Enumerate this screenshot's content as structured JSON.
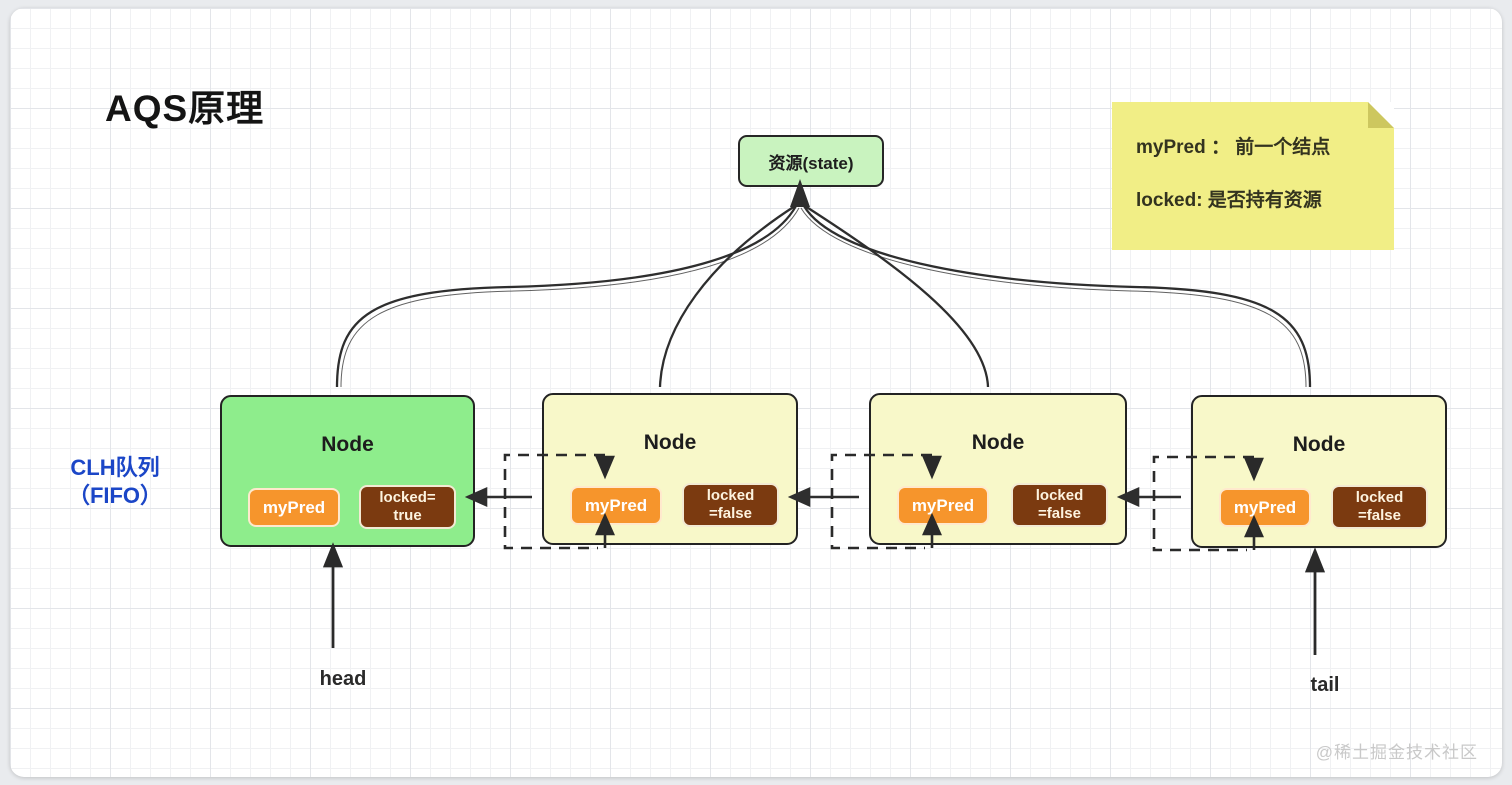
{
  "page": {
    "title": "AQS原理",
    "watermark": "@稀土掘金技术社区"
  },
  "resource": {
    "label": "资源(state)"
  },
  "note": {
    "line1": "myPred ： 前一个结点",
    "line2": "locked:  是否持有资源"
  },
  "queue_label": {
    "line1": "CLH队列",
    "line2": "（FIFO）"
  },
  "pointers": {
    "head": "head",
    "tail": "tail"
  },
  "nodes": [
    {
      "title": "Node",
      "mypred": "myPred",
      "locked_line1": "locked=",
      "locked_line2": "true",
      "variant": "green-holding-lock"
    },
    {
      "title": "Node",
      "mypred": "myPred",
      "locked_line1": "locked",
      "locked_line2": "=false",
      "variant": "yellow-waiting"
    },
    {
      "title": "Node",
      "mypred": "myPred",
      "locked_line1": "locked",
      "locked_line2": "=false",
      "variant": "yellow-waiting"
    },
    {
      "title": "Node",
      "mypred": "myPred",
      "locked_line1": "locked",
      "locked_line2": "=false",
      "variant": "yellow-waiting"
    }
  ],
  "colors": {
    "resource_fill": "#c9f3bf",
    "node_head_fill": "#8eed8c",
    "node_wait_fill": "#f8f8c9",
    "mypred_fill": "#f6952c",
    "locked_fill": "#7b3a10",
    "note_fill": "#f1ee86",
    "queue_label_blue": "#1b46c7",
    "line_color": "#2e2e2e"
  }
}
